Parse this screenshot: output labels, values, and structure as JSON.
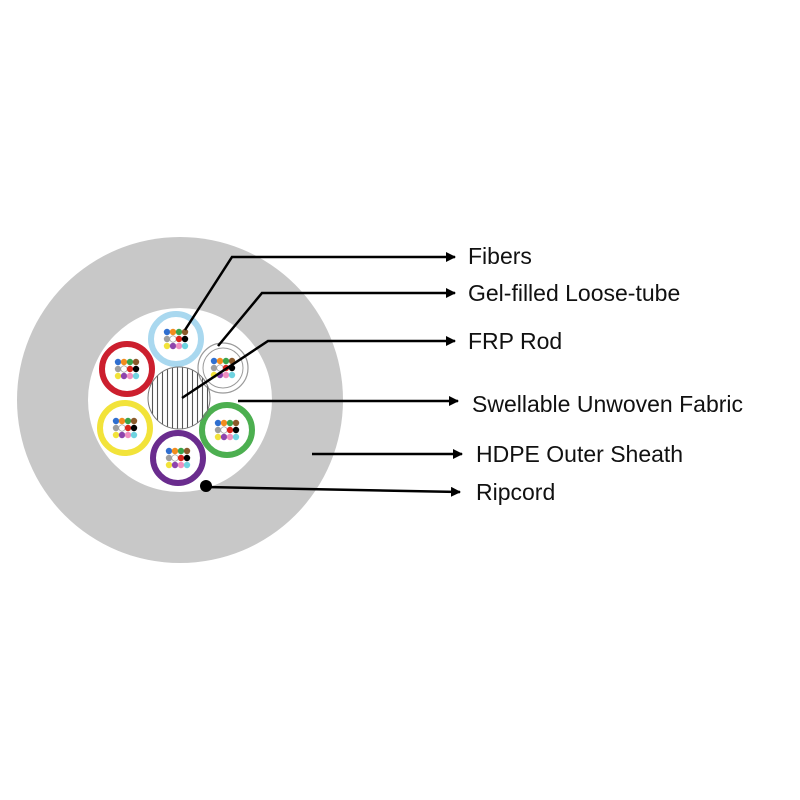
{
  "labels": [
    {
      "key": "fibers",
      "text": "Fibers"
    },
    {
      "key": "loose_tube",
      "text": "Gel-filled Loose-tube"
    },
    {
      "key": "frp_rod",
      "text": "FRP Rod"
    },
    {
      "key": "fabric",
      "text": "Swellable Unwoven Fabric"
    },
    {
      "key": "sheath",
      "text": "HDPE Outer Sheath"
    },
    {
      "key": "ripcord",
      "text": "Ripcord"
    }
  ],
  "colors": {
    "sheath": "#c8c8c8",
    "core_fill": "#ffffff",
    "tubes": [
      "#a9d8ef",
      "#ffffff",
      "#4caf50",
      "#6a2c8e",
      "#f2e33a",
      "#cc1f2e"
    ],
    "fiber_palette": [
      "#2f6fd0",
      "#f28c1e",
      "#3aa34a",
      "#8b5a2b",
      "#9e9e9e",
      "#ffffff",
      "#d9261c",
      "#000000",
      "#f2e33a",
      "#8e44ad",
      "#f08fc0",
      "#6fd3e0"
    ],
    "rod_hatch": "#555555",
    "ripcord": "#000000"
  }
}
